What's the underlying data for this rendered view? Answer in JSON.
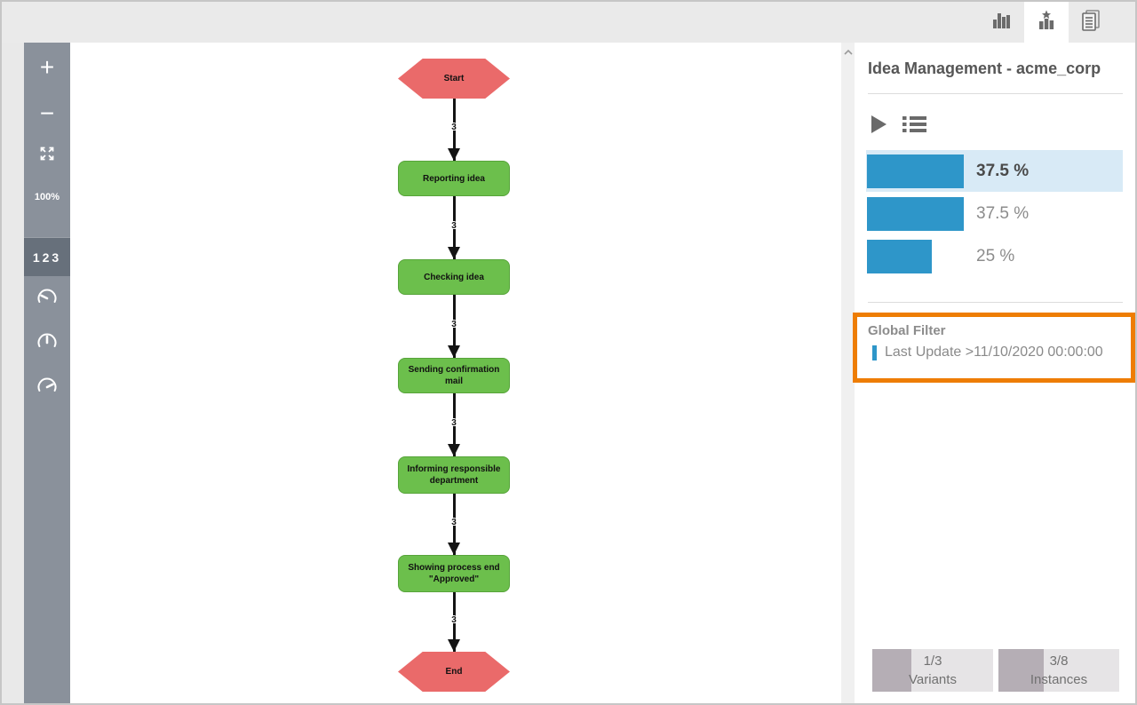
{
  "header": {
    "tabs": [
      {
        "name": "analytics",
        "icon": "bar-chart-icon",
        "active": false
      },
      {
        "name": "variant-explorer",
        "icon": "star-chart-icon",
        "active": true
      },
      {
        "name": "reports",
        "icon": "documents-icon",
        "active": false
      }
    ]
  },
  "toolbar": {
    "zoom_in": "+",
    "zoom_out": "−",
    "zoom_level": "100%",
    "frequency_toggle": "123",
    "gauge_icons": [
      "gauge-needle-left-icon",
      "gauge-needle-up-icon",
      "gauge-needle-right-icon"
    ]
  },
  "flowchart": {
    "nodes": [
      {
        "label": "Start",
        "type": "hexagon"
      },
      {
        "label": "Reporting idea",
        "type": "activity"
      },
      {
        "label": "Checking idea",
        "type": "activity"
      },
      {
        "label": "Sending confirmation mail",
        "type": "activity"
      },
      {
        "label": "Informing responsible department",
        "type": "activity"
      },
      {
        "label": "Showing process end \"Approved\"",
        "type": "activity"
      },
      {
        "label": "End",
        "type": "hexagon"
      }
    ],
    "edges": [
      "3",
      "3",
      "3",
      "3",
      "3",
      "3"
    ]
  },
  "panel": {
    "title": "Idea Management - acme_corp",
    "icons": [
      "play-icon",
      "list-icon"
    ],
    "chart": {
      "type": "bar",
      "rows": [
        {
          "value": "37.5 %",
          "pct": 37.5,
          "highlighted": true
        },
        {
          "value": "37.5 %",
          "pct": 37.5,
          "highlighted": false
        },
        {
          "value": "25 %",
          "pct": 25,
          "highlighted": false
        }
      ]
    },
    "global_filter": {
      "title": "Global Filter",
      "item": "Last Update >11/10/2020 00:00:00"
    },
    "badges": [
      {
        "value": "1/3",
        "label": "Variants",
        "fill_pct": 32
      },
      {
        "value": "3/8",
        "label": "Instances",
        "fill_pct": 37.5
      }
    ]
  },
  "colors": {
    "accent_orange": "#ee7d04",
    "bar_blue": "#2e96c9",
    "highlight_blue": "#d8eaf6",
    "node_green": "#6cbf4c",
    "node_red": "#ea6a6a",
    "toolbar_gray": "#8a919b"
  }
}
